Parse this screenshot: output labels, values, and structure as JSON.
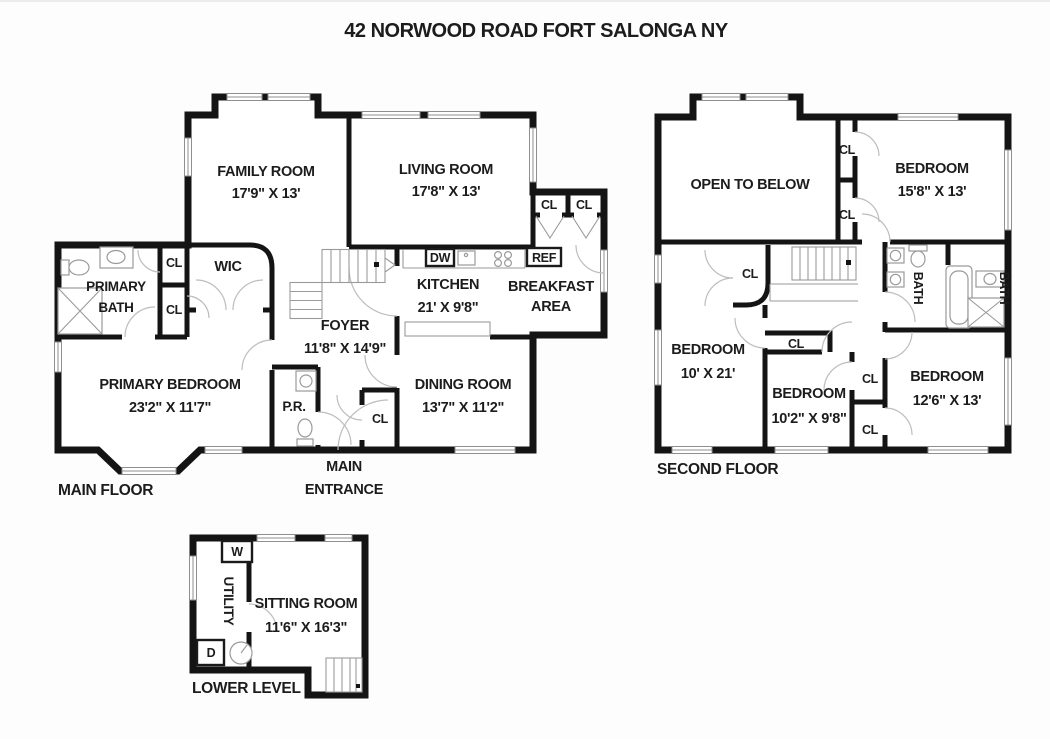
{
  "title": "42 NORWOOD ROAD FORT SALONGA NY",
  "shared": {
    "closet": "CL"
  },
  "main_floor": {
    "floor_label": "MAIN FLOOR",
    "family_room": {
      "name": "FAMILY ROOM",
      "dims": "17'9\" X 13'"
    },
    "living_room": {
      "name": "LIVING ROOM",
      "dims": "17'8\" X 13'"
    },
    "primary_bath": {
      "line1": "PRIMARY",
      "line2": "BATH"
    },
    "wic": "WIC",
    "foyer": {
      "name": "FOYER",
      "dims": "11'8\" X 14'9\""
    },
    "kitchen": {
      "name": "KITCHEN",
      "dims": "21' X 9'8\""
    },
    "breakfast_area": {
      "line1": "BREAKFAST",
      "line2": "AREA"
    },
    "dining_room": {
      "name": "DINING ROOM",
      "dims": "13'7\" X 11'2\""
    },
    "primary_bedroom": {
      "name": "PRIMARY BEDROOM",
      "dims": "23'2\" X 11'7\""
    },
    "powder_room": "P.R.",
    "main_entrance": {
      "line1": "MAIN",
      "line2": "ENTRANCE"
    },
    "dishwasher": "DW",
    "refrigerator": "REF"
  },
  "second_floor": {
    "floor_label": "SECOND FLOOR",
    "open_to_below": "OPEN TO BELOW",
    "bath": "BATH",
    "bedroom_right_top": {
      "name": "BEDROOM",
      "dims": "15'8\" X 13'"
    },
    "bedroom_left": {
      "name": "BEDROOM",
      "dims": "10' X 21'"
    },
    "bedroom_middle": {
      "name": "BEDROOM",
      "dims": "10'2\" X 9'8\""
    },
    "bedroom_right_bottom": {
      "name": "BEDROOM",
      "dims": "12'6\" X 13'"
    }
  },
  "lower_level": {
    "floor_label": "LOWER LEVEL",
    "sitting_room": {
      "name": "SITTING ROOM",
      "dims": "11'6\" X 16'3\""
    },
    "utility": "UTILITY",
    "washer": "W",
    "dryer": "D"
  }
}
